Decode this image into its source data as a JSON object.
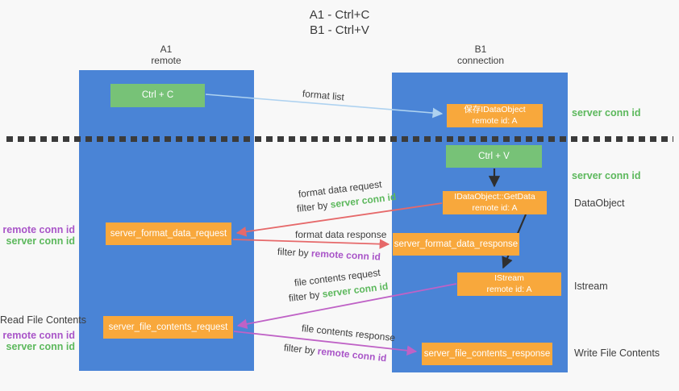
{
  "title": {
    "line1": "A1 - Ctrl+C",
    "line2": "B1 - Ctrl+V"
  },
  "lanes": {
    "left": {
      "name": "A1",
      "role": "remote"
    },
    "right": {
      "name": "B1",
      "role": "connection"
    }
  },
  "nodes": {
    "ctrl_c": {
      "label": "Ctrl + C"
    },
    "ctrl_v": {
      "label": "Ctrl + V"
    },
    "save_idataobject": {
      "line1": "保存IDataObject",
      "line2": "remote id: A"
    },
    "getdata": {
      "line1": "IDataObject::GetData",
      "line2": "remote id: A"
    },
    "istream": {
      "line1": "IStream",
      "line2": "remote id: A"
    },
    "format_request": {
      "label": "server_format_data_request"
    },
    "format_response": {
      "label": "server_format_data_response"
    },
    "file_request": {
      "label": "server_file_contents_request"
    },
    "file_response": {
      "label": "server_file_contents_response"
    }
  },
  "flow_labels": {
    "format_list": "format list",
    "format_data_request": "format data request",
    "format_data_response": "format data response",
    "file_contents_request": "file contents request",
    "file_contents_response": "file contents response",
    "filter_by": "filter by",
    "server_conn_id": "server conn id",
    "remote_conn_id": "remote conn id"
  },
  "side_labels": {
    "server_conn_id_top": "server conn id",
    "server_conn_id_mid": "server conn id",
    "data_object": "DataObject",
    "istream": "Istream",
    "write_file_contents": "Write File Contents",
    "read_file_contents": "Read File Contents",
    "remote_conn_id": "remote conn id",
    "server_conn_id": "server conn id"
  },
  "colors": {
    "background": "#f8f8f8",
    "lane_blue": "#4a84d6",
    "node_green": "#77c277",
    "node_orange": "#f8a83c",
    "arrow_red": "#e6696a",
    "arrow_magenta": "#bf62c6",
    "arrow_light_blue": "#aed2f0",
    "arrow_black": "#2f2f2f",
    "text_green": "#5cb85c",
    "text_purple": "#a955c8",
    "text_dark": "#3d3d3d"
  }
}
